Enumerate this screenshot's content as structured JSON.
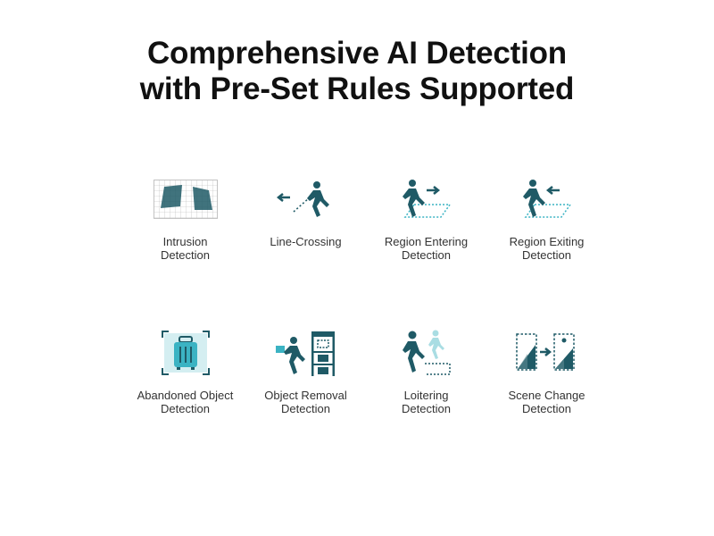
{
  "headline": {
    "line1": "Comprehensive AI Detection",
    "line2": "with Pre-Set Rules Supported"
  },
  "colors": {
    "primary": "#1f5a66",
    "accent": "#3bb3c3",
    "light_accent": "#a9dde3",
    "grid_line": "#b5b5b5"
  },
  "features": [
    {
      "icon": "intrusion-icon",
      "label_line1": "Intrusion",
      "label_line2": "Detection"
    },
    {
      "icon": "line-crossing-icon",
      "label_line1": "Line-Crossing",
      "label_line2": ""
    },
    {
      "icon": "region-entering-icon",
      "label_line1": "Region Entering",
      "label_line2": "Detection"
    },
    {
      "icon": "region-exiting-icon",
      "label_line1": "Region Exiting",
      "label_line2": "Detection"
    },
    {
      "icon": "abandoned-object-icon",
      "label_line1": "Abandoned Object",
      "label_line2": "Detection"
    },
    {
      "icon": "object-removal-icon",
      "label_line1": "Object Removal",
      "label_line2": "Detection"
    },
    {
      "icon": "loitering-icon",
      "label_line1": "Loitering",
      "label_line2": "Detection"
    },
    {
      "icon": "scene-change-icon",
      "label_line1": "Scene Change",
      "label_line2": "Detection"
    }
  ]
}
